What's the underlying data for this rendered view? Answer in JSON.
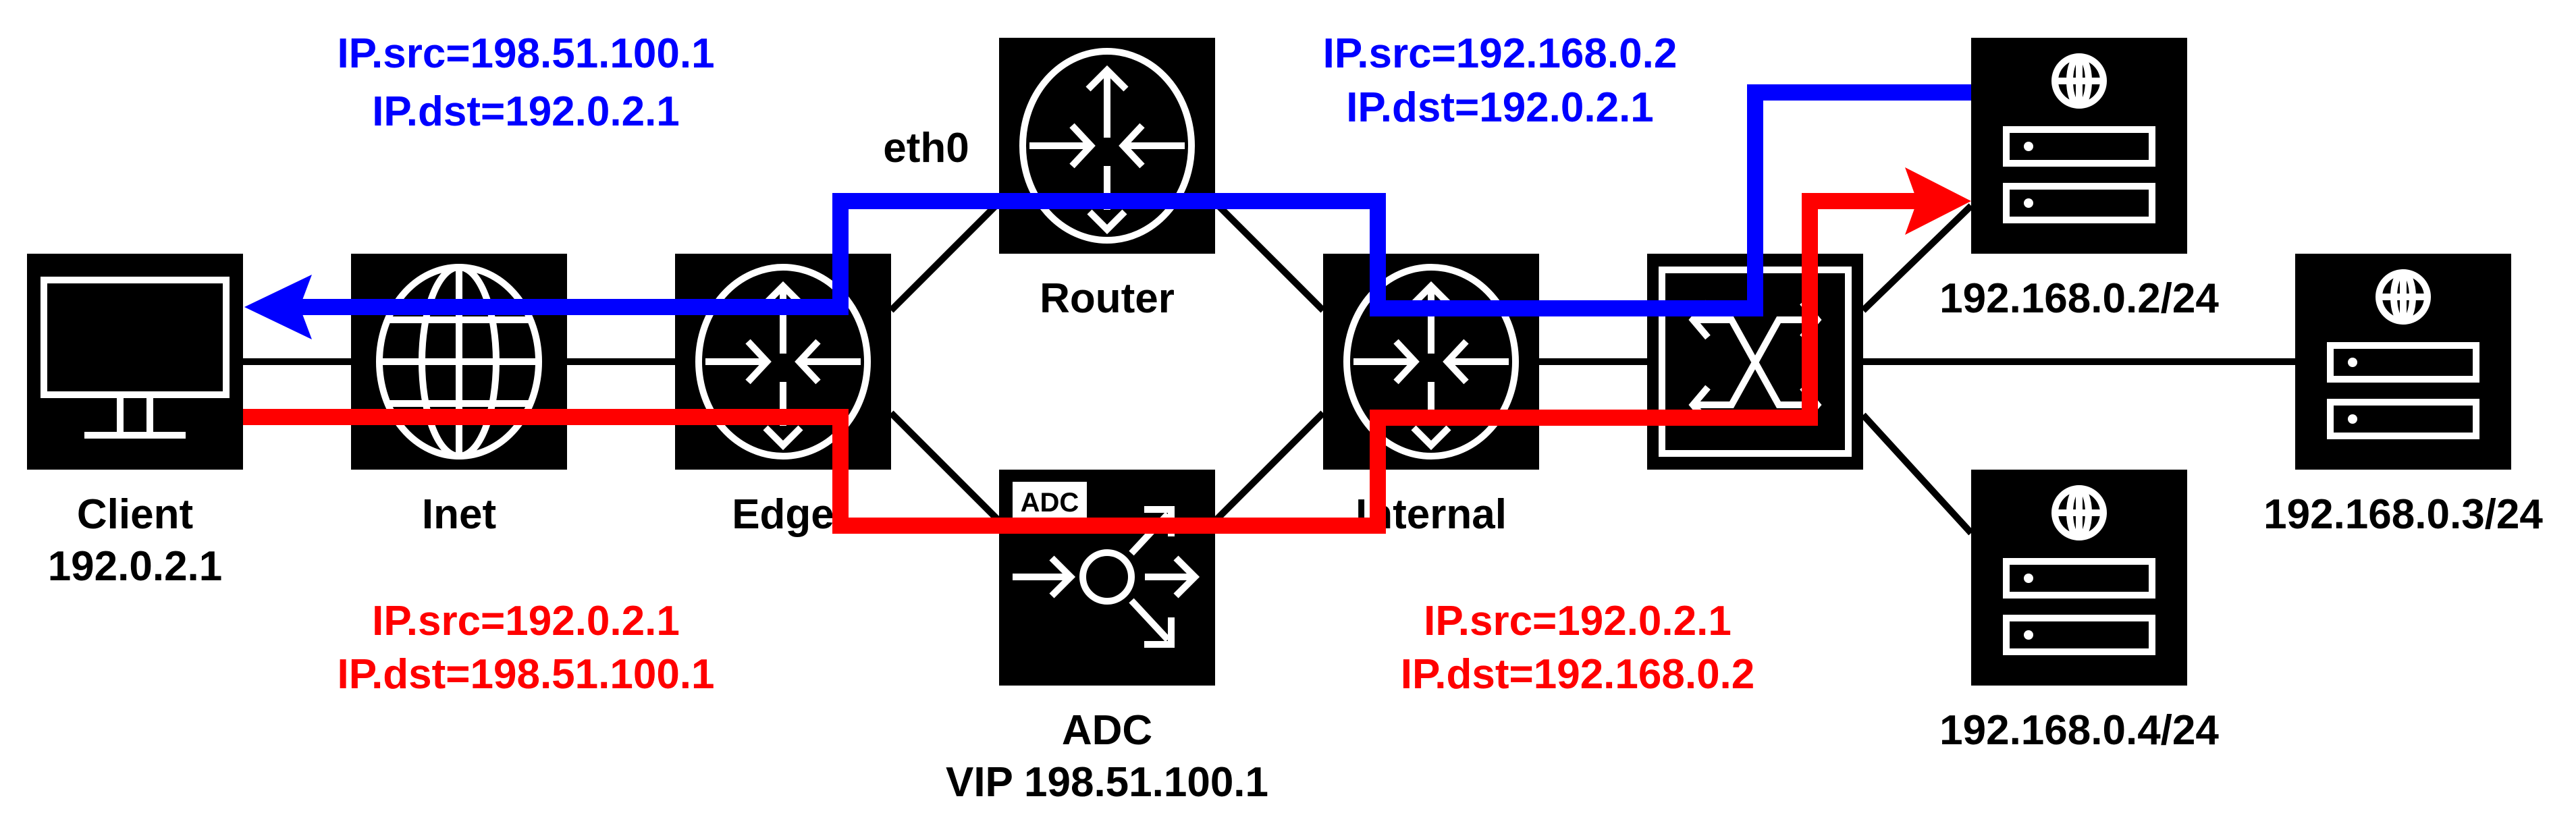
{
  "nodes": {
    "client": {
      "name": "Client",
      "ip": "192.0.2.1",
      "icon": "monitor-icon"
    },
    "inet": {
      "name": "Inet",
      "icon": "globe-icon"
    },
    "edge": {
      "name": "Edge",
      "icon": "router-icon"
    },
    "router": {
      "name": "Router",
      "interface": "eth0",
      "icon": "router-icon"
    },
    "adc": {
      "name": "ADC",
      "vip": "VIP 198.51.100.1",
      "badge": "ADC",
      "icon": "load-balancer-icon"
    },
    "internal": {
      "name": "Internal",
      "icon": "router-icon"
    },
    "switch": {
      "icon": "switch-icon"
    },
    "server1": {
      "ip": "192.168.0.2/24",
      "icon": "web-server-icon"
    },
    "server2": {
      "ip": "192.168.0.3/24",
      "icon": "web-server-icon"
    },
    "server3": {
      "ip": "192.168.0.4/24",
      "icon": "web-server-icon"
    }
  },
  "annotations": {
    "return_outer": {
      "src": "IP.src=198.51.100.1",
      "dst": "IP.dst=192.0.2.1"
    },
    "return_inner": {
      "src": "IP.src=192.168.0.2",
      "dst": "IP.dst=192.0.2.1"
    },
    "request_outer": {
      "src": "IP.src=192.0.2.1",
      "dst": "IP.dst=198.51.100.1"
    },
    "request_inner": {
      "src": "IP.src=192.0.2.1",
      "dst": "IP.dst=192.168.0.2"
    }
  },
  "colors": {
    "return_path": "#0000ff",
    "request_path": "#ff0000",
    "node": "#000000"
  }
}
